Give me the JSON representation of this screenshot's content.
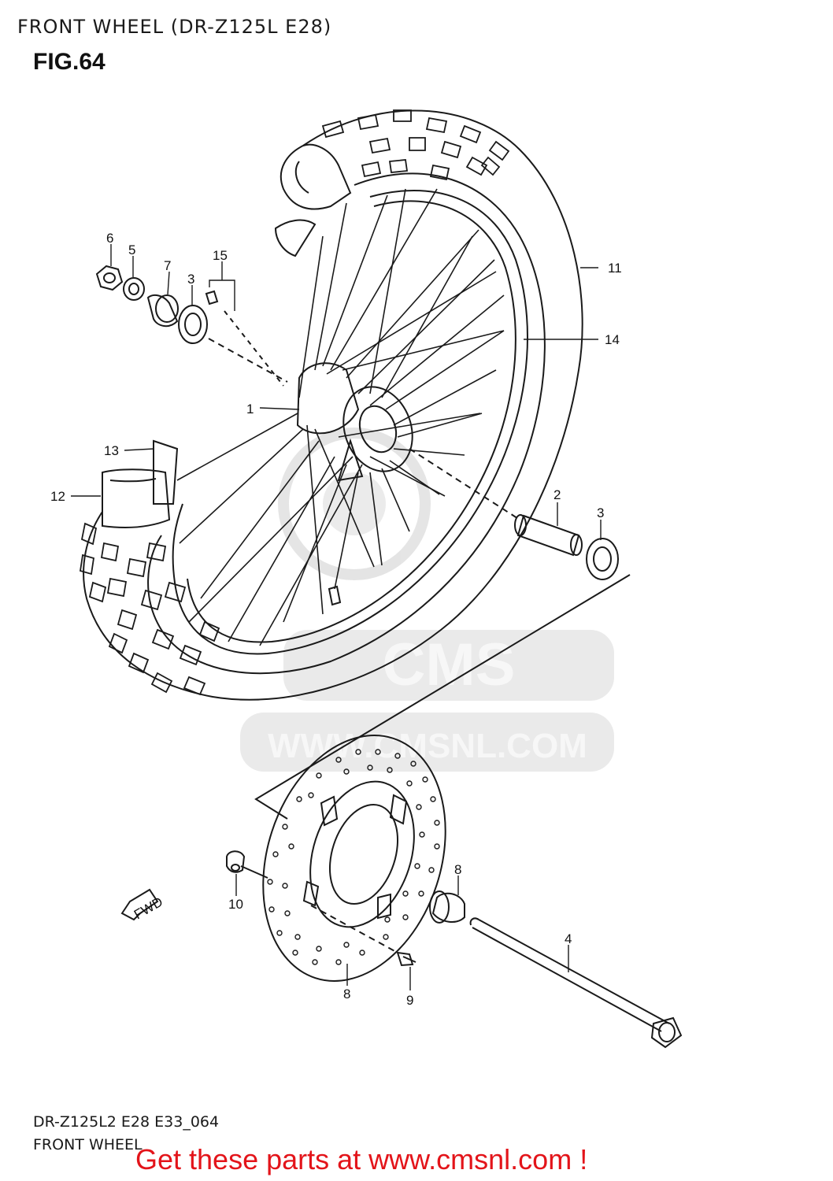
{
  "header": {
    "title": "FRONT WHEEL (DR-Z125L E28)",
    "fig": "FIG.64"
  },
  "footer": {
    "code": "DR-Z125L2 E28 E33_064",
    "subtitle": "FRONT WHEEL",
    "cta": "Get these parts at www.cmsnl.com !"
  },
  "watermark": {
    "brand": "CMS",
    "url": "WWW.CMSNL.COM"
  },
  "fwd_label": "FWD",
  "callouts": {
    "c1": "1",
    "c2": "2",
    "c3a": "3",
    "c3b": "3",
    "c4": "4",
    "c5": "5",
    "c6": "6",
    "c7": "7",
    "c8a": "8",
    "c8b": "8",
    "c9": "9",
    "c10": "10",
    "c11": "11",
    "c12": "12",
    "c13": "13",
    "c14": "14",
    "c15": "15"
  },
  "colors": {
    "line": "#1a1a1a",
    "cta": "#e3141a",
    "watermark": "#d6d6d6"
  }
}
